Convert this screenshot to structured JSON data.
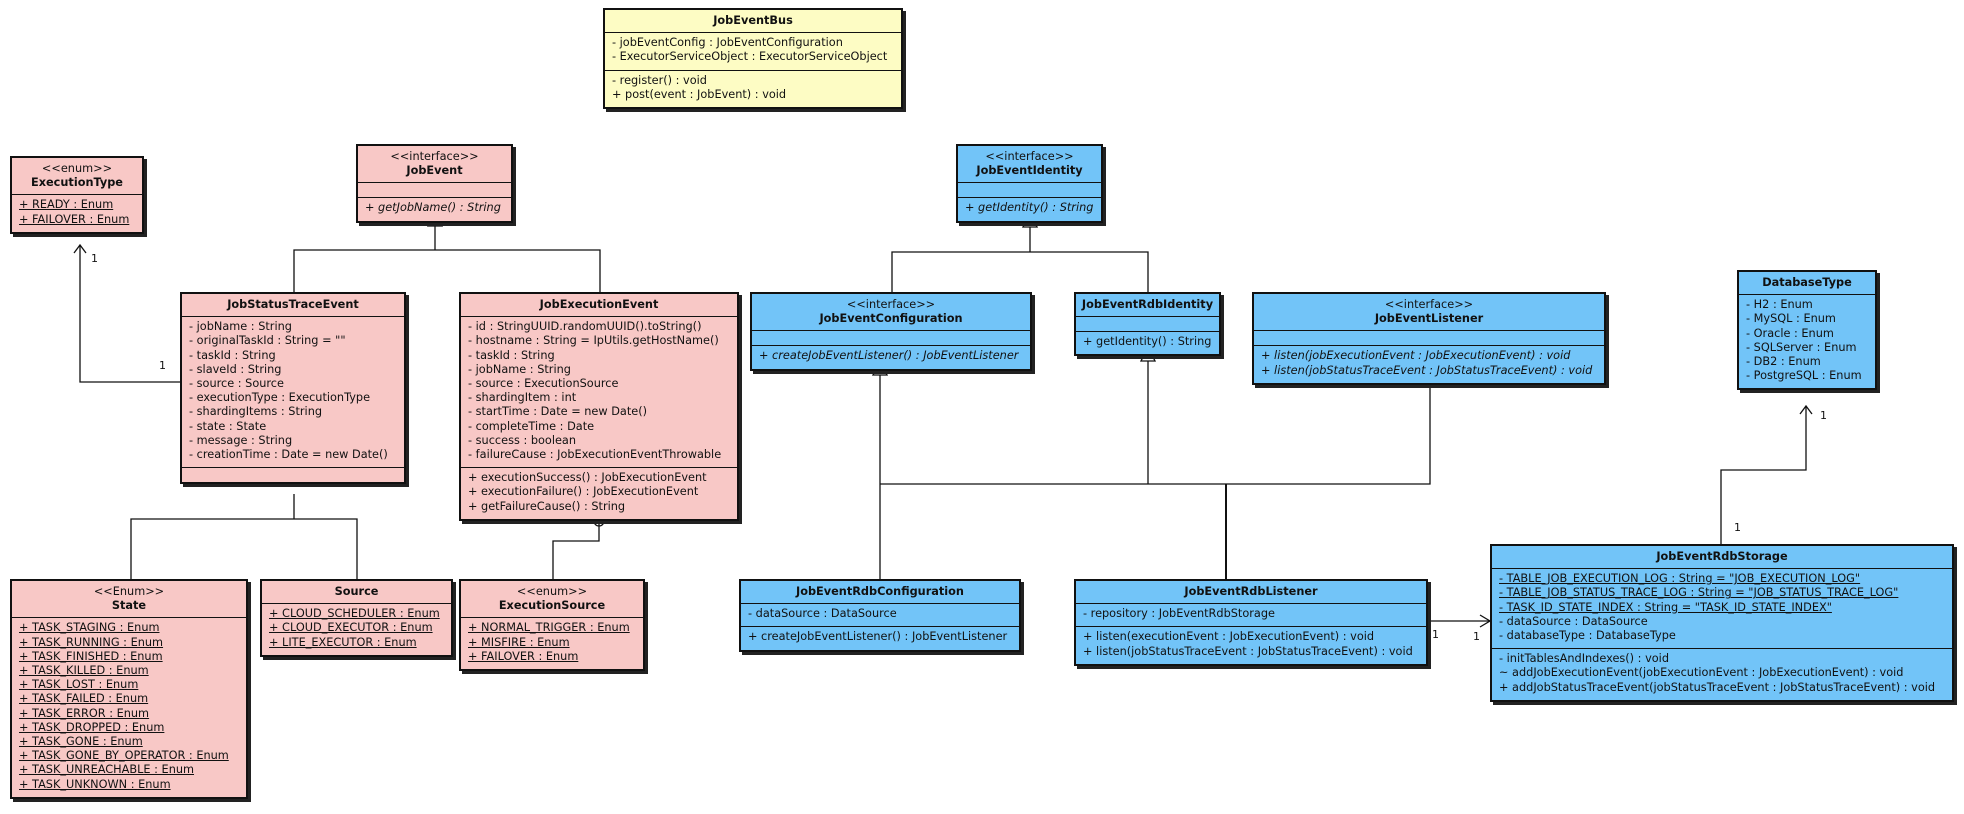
{
  "classes": {
    "bus": {
      "name": "JobEventBus",
      "attrs": [
        "- jobEventConfig : JobEventConfiguration",
        "- ExecutorServiceObject : ExecutorServiceObject"
      ],
      "ops": [
        "- register() : void",
        "+ post(event : JobEvent) : void"
      ]
    },
    "exec_type": {
      "stereotype": "<<enum>>",
      "name": "ExecutionType",
      "attrs": [
        "+ READY : Enum",
        "+ FAILOVER : Enum"
      ]
    },
    "job_event": {
      "stereotype": "<<interface>>",
      "name": "JobEvent",
      "ops": [
        "+ getJobName() : String"
      ]
    },
    "status_trace": {
      "name": "JobStatusTraceEvent",
      "attrs": [
        "- jobName : String",
        "- originalTaskId : String = \"\"",
        "- taskId : String",
        "- slaveId : String",
        "- source : Source",
        "- executionType : ExecutionType",
        "- shardingItems : String",
        "- state : State",
        "- message : String",
        "- creationTime : Date = new Date()"
      ]
    },
    "exec_event": {
      "name": "JobExecutionEvent",
      "attrs": [
        "- id : StringUUID.randomUUID().toString()",
        "- hostname : String = IpUtils.getHostName()",
        "- taskId : String",
        "- jobName : String",
        "- source : ExecutionSource",
        "- shardingItem : int",
        "- startTime : Date = new Date()",
        "- completeTime : Date",
        "- success : boolean",
        "- failureCause : JobExecutionEventThrowable"
      ],
      "ops": [
        "+ executionSuccess() : JobExecutionEvent",
        "+ executionFailure() : JobExecutionEvent",
        "+ getFailureCause() : String"
      ]
    },
    "state": {
      "stereotype": "<<Enum>>",
      "name": "State",
      "attrs": [
        "+ TASK_STAGING : Enum",
        "+ TASK_RUNNING : Enum",
        "+ TASK_FINISHED : Enum",
        "+ TASK_KILLED : Enum",
        "+ TASK_LOST : Enum",
        "+ TASK_FAILED : Enum",
        "+ TASK_ERROR : Enum",
        "+ TASK_DROPPED : Enum",
        "+ TASK_GONE : Enum",
        "+ TASK_GONE_BY_OPERATOR : Enum",
        "+ TASK_UNREACHABLE : Enum",
        "+ TASK_UNKNOWN : Enum"
      ]
    },
    "source": {
      "name": "Source",
      "attrs": [
        "+ CLOUD_SCHEDULER : Enum",
        "+ CLOUD_EXECUTOR : Enum",
        "+ LITE_EXECUTOR : Enum"
      ]
    },
    "exec_source": {
      "stereotype": "<<enum>>",
      "name": "ExecutionSource",
      "attrs": [
        "+ NORMAL_TRIGGER : Enum",
        "+ MISFIRE : Enum",
        "+ FAILOVER : Enum"
      ]
    },
    "identity": {
      "stereotype": "<<interface>>",
      "name": "JobEventIdentity",
      "ops": [
        "+ getIdentity() : String"
      ]
    },
    "configuration": {
      "stereotype": "<<interface>>",
      "name": "JobEventConfiguration",
      "ops": [
        "+ createJobEventListener() : JobEventListener"
      ]
    },
    "rdb_identity": {
      "name": "JobEventRdbIdentity",
      "ops": [
        "+ getIdentity() : String"
      ]
    },
    "listener": {
      "stereotype": "<<interface>>",
      "name": "JobEventListener",
      "ops": [
        "+ listen(jobExecutionEvent : JobExecutionEvent) : void",
        "+ listen(jobStatusTraceEvent : JobStatusTraceEvent) : void"
      ]
    },
    "db_type": {
      "name": "DatabaseType",
      "attrs": [
        "- H2 : Enum",
        "- MySQL : Enum",
        "- Oracle : Enum",
        "- SQLServer : Enum",
        "- DB2 : Enum",
        "- PostgreSQL : Enum"
      ]
    },
    "rdb_config": {
      "name": "JobEventRdbConfiguration",
      "attrs": [
        "- dataSource : DataSource"
      ],
      "ops": [
        "+ createJobEventListener() : JobEventListener"
      ]
    },
    "rdb_listener": {
      "name": "JobEventRdbListener",
      "attrs": [
        "- repository : JobEventRdbStorage"
      ],
      "ops": [
        "+ listen(executionEvent : JobExecutionEvent) : void",
        "+ listen(jobStatusTraceEvent : JobStatusTraceEvent) : void"
      ]
    },
    "rdb_storage": {
      "name": "JobEventRdbStorage",
      "attrs": [
        "- TABLE_JOB_EXECUTION_LOG : String = \"JOB_EXECUTION_LOG\"",
        "- TABLE_JOB_STATUS_TRACE_LOG : String = \"JOB_STATUS_TRACE_LOG\"",
        "- TASK_ID_STATE_INDEX : String = \"TASK_ID_STATE_INDEX\"",
        "- dataSource : DataSource",
        "- databaseType : DatabaseType"
      ],
      "ops": [
        "- initTablesAndIndexes() : void",
        "~ addJobExecutionEvent(jobExecutionEvent : JobExecutionEvent) : void",
        "+ addJobStatusTraceEvent(jobStatusTraceEvent : JobStatusTraceEvent) : void"
      ]
    }
  },
  "multiplicities": {
    "exec_type_end": "1",
    "status_trace_end": "1",
    "db_type_end": "1",
    "storage_end": "1",
    "listener_end": "1",
    "storage_left_end": "1"
  },
  "colors": {
    "entity": "#f8c8c6",
    "interface_side": "#72c4f8",
    "bus": "#fdfcc4"
  }
}
